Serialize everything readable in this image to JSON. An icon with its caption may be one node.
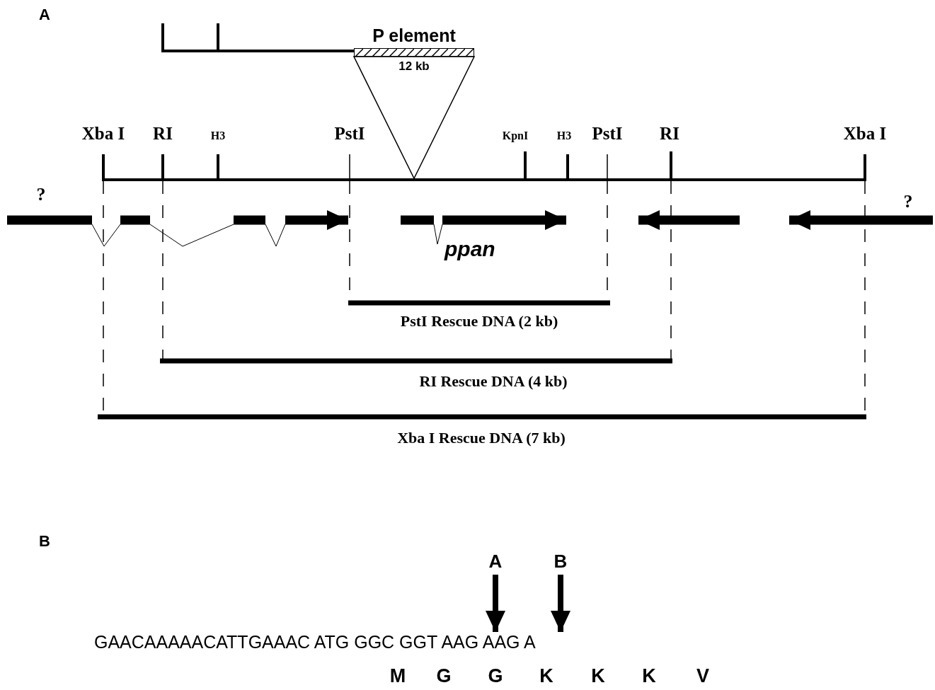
{
  "diagram": {
    "nodes": [
      {
        "text": [
          "P element",
          "12 kb"
        ]
      },
      {
        "text": [
          "A"
        ]
      },
      {
        "text": [
          "B"
        ]
      },
      {
        "text": [
          "GAACAAAAACATTGAAAC ATG GGC GGT AAG AAG A"
        ]
      }
    ],
    "edges": [
      {
        "from": 1,
        "to": 3,
        "arrow": "to"
      },
      {
        "from": 2,
        "to": 3,
        "arrow": "to"
      }
    ],
    "labels": [
      "A",
      "Xba I",
      "RI",
      "H3",
      "PstI",
      "KpnI",
      "H3",
      "PstI",
      "RI",
      "Xba I",
      "?",
      "?",
      "ppan",
      "PstI Rescue DNA (2 kb)",
      "RI Rescue DNA (4 kb)",
      "Xba I Rescue DNA (7 kb)",
      "B",
      "M",
      "G",
      "G",
      "K",
      "K",
      "K",
      "V"
    ]
  }
}
